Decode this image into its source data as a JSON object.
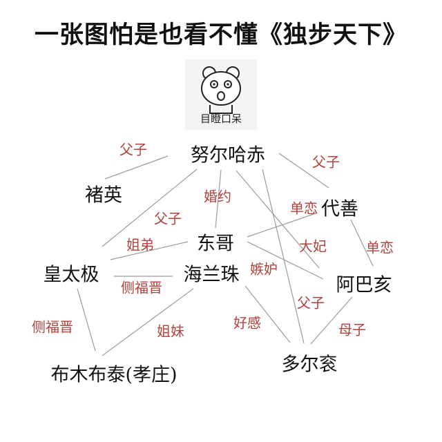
{
  "title": "一张图怕是也看不懂《独步天下》",
  "meme": {
    "caption": "目瞪口呆",
    "icon": "stunned-bear-icon"
  },
  "colors": {
    "node_text": "#111111",
    "relation_text": "#b2403c",
    "edge": "#9a9a9a"
  },
  "nodes": [
    {
      "id": "nurhaci",
      "label": "努尔哈赤"
    },
    {
      "id": "chuying",
      "label": "褚英"
    },
    {
      "id": "daishan",
      "label": "代善"
    },
    {
      "id": "dongge",
      "label": "东哥"
    },
    {
      "id": "huangtaiji",
      "label": "皇太极"
    },
    {
      "id": "hailanzhu",
      "label": "海兰珠"
    },
    {
      "id": "abahai",
      "label": "阿巴亥"
    },
    {
      "id": "bumubutai",
      "label": "布木布泰(孝庄)"
    },
    {
      "id": "dorgon",
      "label": "多尔衮"
    }
  ],
  "edges": [
    {
      "from": "nurhaci",
      "to": "chuying",
      "label": "父子"
    },
    {
      "from": "nurhaci",
      "to": "daishan",
      "label": "父子"
    },
    {
      "from": "nurhaci",
      "to": "dongge",
      "label": "婚约"
    },
    {
      "from": "nurhaci",
      "to": "huangtaiji",
      "label": "父子"
    },
    {
      "from": "nurhaci",
      "to": "abahai",
      "label": "大妃"
    },
    {
      "from": "nurhaci",
      "to": "dorgon",
      "label": "父子"
    },
    {
      "from": "daishan",
      "to": "dongge",
      "label": "单恋"
    },
    {
      "from": "daishan",
      "to": "abahai",
      "label": "单恋"
    },
    {
      "from": "dongge",
      "to": "huangtaiji",
      "label": "姐弟"
    },
    {
      "from": "dongge",
      "to": "abahai",
      "label": "嫉妒"
    },
    {
      "from": "huangtaiji",
      "to": "hailanzhu",
      "label": "侧福晋"
    },
    {
      "from": "huangtaiji",
      "to": "bumubutai",
      "label": "侧福晋"
    },
    {
      "from": "hailanzhu",
      "to": "bumubutai",
      "label": "姐妹"
    },
    {
      "from": "hailanzhu",
      "to": "dorgon",
      "label": "好感"
    },
    {
      "from": "abahai",
      "to": "dorgon",
      "label": "母子"
    }
  ]
}
